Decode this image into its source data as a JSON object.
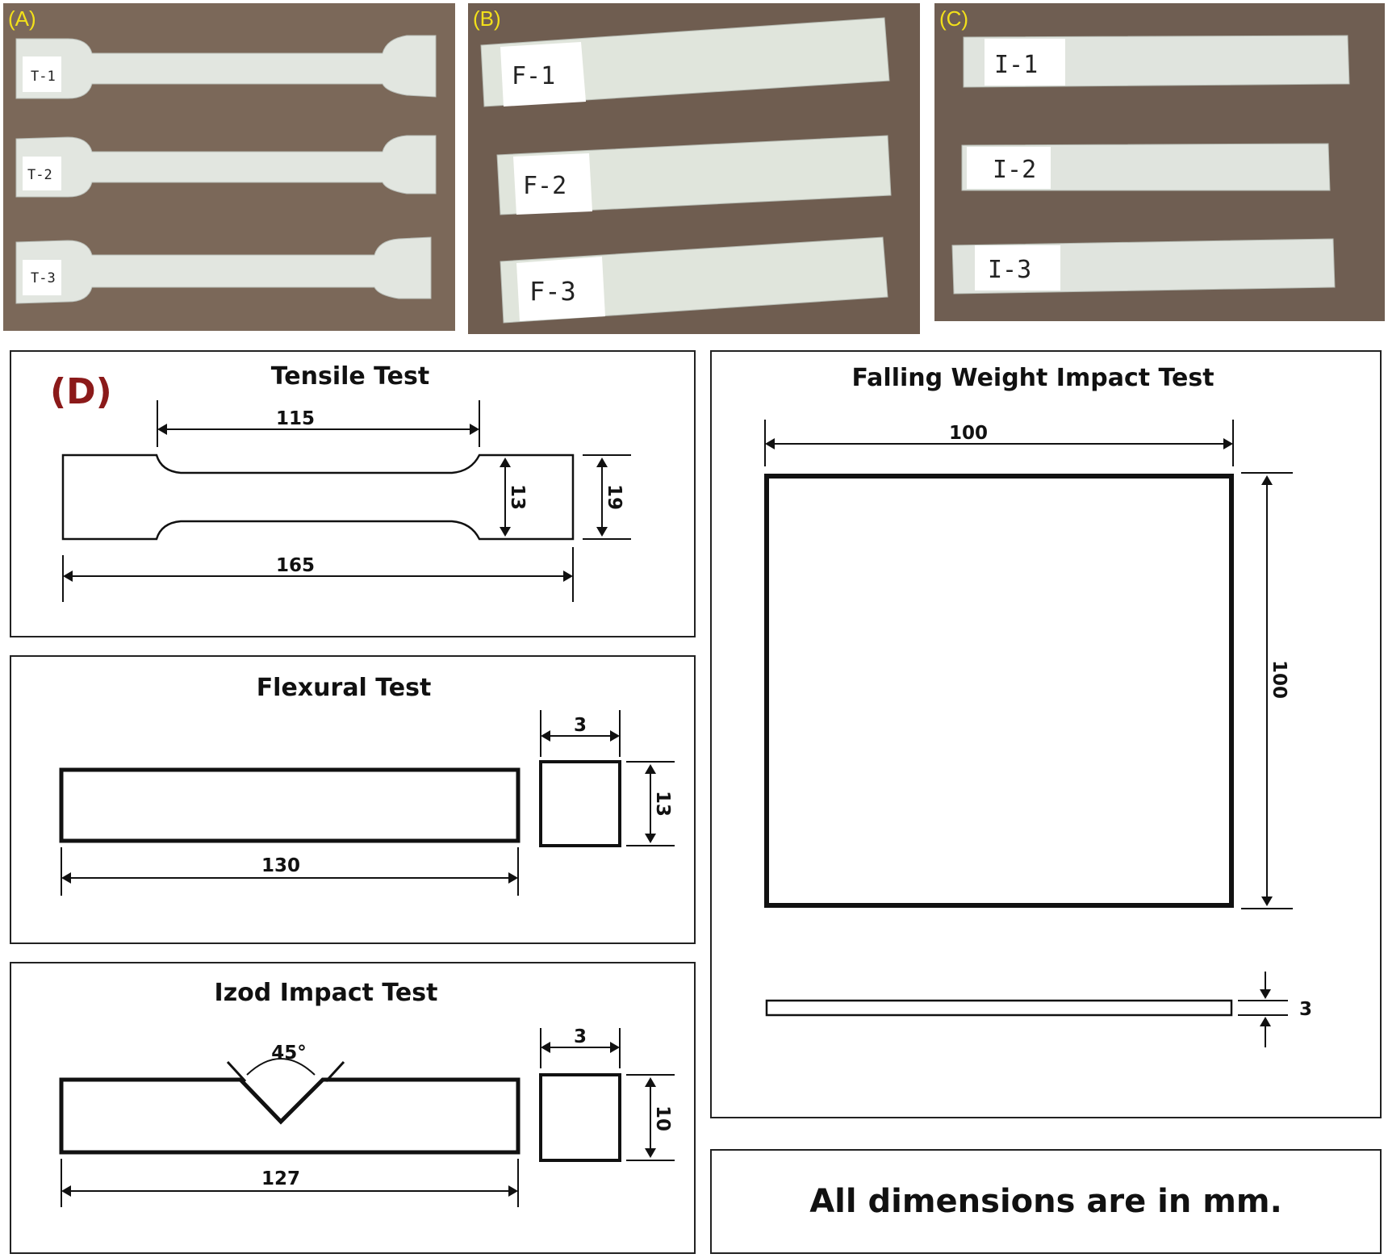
{
  "photos": {
    "a": {
      "letter": "(A)",
      "labels": [
        "T-1",
        "T-2",
        "T-3"
      ]
    },
    "b": {
      "letter": "(B)",
      "labels": [
        "F-1",
        "F-2",
        "F-3"
      ]
    },
    "c": {
      "letter": "(C)",
      "labels": [
        "I-1",
        "I-2",
        "I-3"
      ]
    }
  },
  "drawings": {
    "letter": "(D)",
    "tensile": {
      "title": "Tensile Test",
      "gauge_length": "115",
      "overall_length": "165",
      "gauge_width": "13",
      "grip_width": "19"
    },
    "flexural": {
      "title": "Flexural Test",
      "length": "130",
      "thickness": "3",
      "width": "13"
    },
    "izod": {
      "title": "Izod Impact Test",
      "notch_angle": "45°",
      "length": "127",
      "thickness": "3",
      "width": "10"
    },
    "falling_weight": {
      "title": "Falling Weight Impact Test",
      "length": "100",
      "width": "100",
      "thickness": "3"
    },
    "note": "All dimensions are in mm."
  },
  "colors": {
    "panel_letter": "#f2e01a",
    "d_letter": "#8b1a1a",
    "photo_background": "#7d6a5c",
    "specimen": "#e4e8e2"
  }
}
